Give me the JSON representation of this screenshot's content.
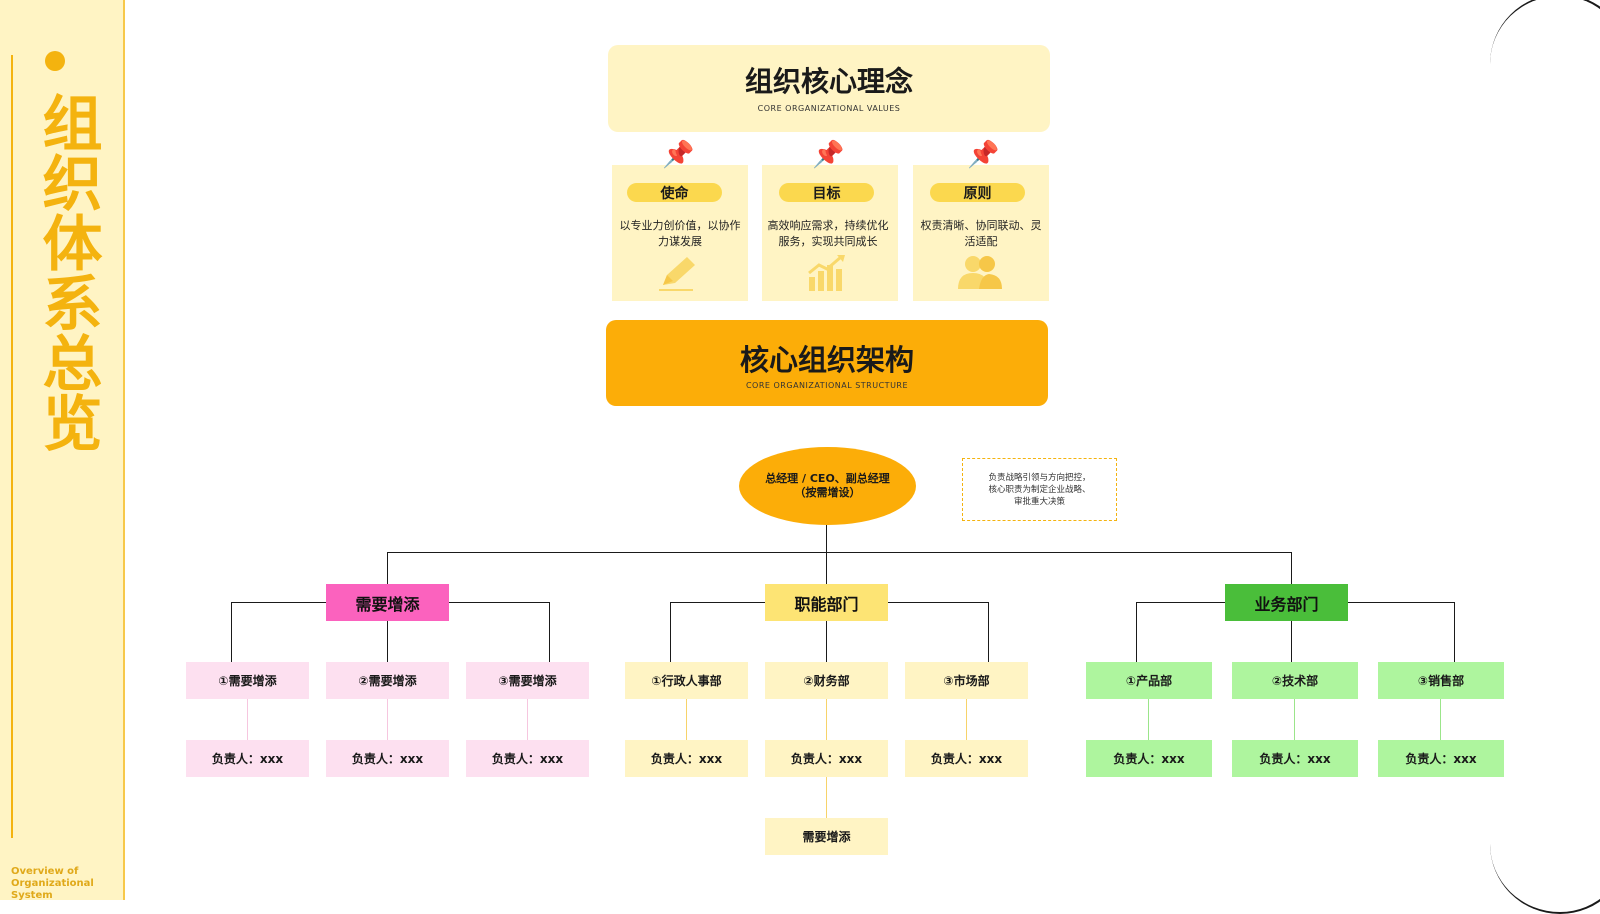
{
  "sidebar": {
    "title": "组织体系总览",
    "subtitle_line1": "Overview of",
    "subtitle_line2": "Organizational System"
  },
  "values": {
    "title": "组织核心理念",
    "subtitle": "CORE ORGANIZATIONAL VALUES",
    "cards": [
      {
        "label": "使命",
        "desc": "以专业力创价值，以协作力谋发展",
        "icon": "pencil-icon"
      },
      {
        "label": "目标",
        "desc": "高效响应需求，持续优化服务，实现共同成长",
        "icon": "growth-chart-icon"
      },
      {
        "label": "原则",
        "desc": "权责清晰、协同联动、灵活适配",
        "icon": "people-icon"
      }
    ]
  },
  "structure": {
    "title": "核心组织架构",
    "subtitle": "CORE ORGANIZATIONAL STRUCTURE"
  },
  "org": {
    "ceo_line1": "总经理 / CEO、副总经理",
    "ceo_line2": "（按需增设）",
    "ceo_note": "负责战略引领与方向把控，核心职责为制定企业战略、审批重大决策",
    "categories": [
      {
        "name": "需要增添",
        "color": "#fb62be",
        "depts": [
          "①需要增添",
          "②需要增添",
          "③需要增添"
        ],
        "leads": [
          "负责人：xxx",
          "负责人：xxx",
          "负责人：xxx"
        ]
      },
      {
        "name": "职能部门",
        "color": "#fde474",
        "depts": [
          "①行政人事部",
          "②财务部",
          "③市场部"
        ],
        "leads": [
          "负责人：xxx",
          "负责人：xxx",
          "负责人：xxx"
        ],
        "extra": "需要增添"
      },
      {
        "name": "业务部门",
        "color": "#4abe3a",
        "depts": [
          "①产品部",
          "②技术部",
          "③销售部"
        ],
        "leads": [
          "负责人：xxx",
          "负责人：xxx",
          "负责人：xxx"
        ]
      }
    ]
  },
  "colors": {
    "accent": "#f4b30f",
    "orange": "#fcad08",
    "cream": "#fff4c4"
  }
}
